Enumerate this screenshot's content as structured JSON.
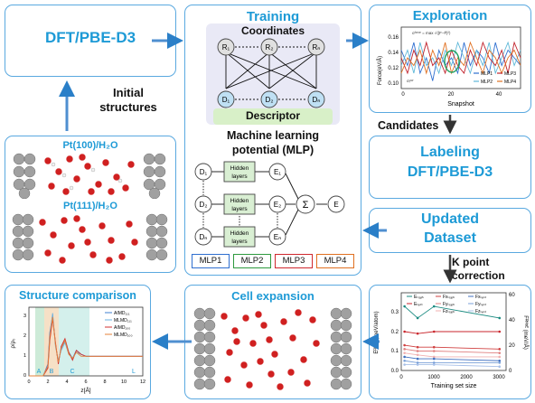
{
  "dft_box": {
    "label": "DFT/PBE-D3"
  },
  "initial_structures": {
    "line1": "Initial",
    "line2": "structures"
  },
  "water_panel": {
    "label_top": "Pt(100)/H₂O",
    "label_bottom": "Pt(111)/H₂O"
  },
  "training": {
    "title": "Training",
    "coordinates_label": "Coordinates",
    "descriptor_label": "Descriptor",
    "r_nodes": [
      "R₁",
      "R₂",
      "Rₙ"
    ],
    "d_nodes": [
      "D₁",
      "D₂",
      "Dₙ"
    ],
    "mlp_title_line1": "Machine learning",
    "mlp_title_line2": "potential (MLP)",
    "net_inputs": [
      "D₁",
      "D₂",
      "Dₙ"
    ],
    "hidden_label_line1": "Hidden",
    "hidden_label_line2": "layers",
    "net_outputs": [
      "E₁",
      "E₂",
      "Eₙ"
    ],
    "sum_symbol": "Σ",
    "final_output": "E",
    "mlp_labels": [
      "MLP1",
      "MLP2",
      "MLP3",
      "MLP4"
    ],
    "mlp_colors": [
      "#2f6fd0",
      "#2e9a3e",
      "#d0282e",
      "#e07020"
    ]
  },
  "exploration": {
    "title": "Exploration",
    "ylabel": "Force(eV/Å)",
    "xlabel": "Snapshot",
    "yticks": [
      "0.10",
      "0.12",
      "0.14",
      "0.16"
    ],
    "xticks": [
      "0",
      "20",
      "40"
    ],
    "formula": "σᶠᵒʳᶜᵉ = max √⟨|F−F̄|²⟩",
    "lower_label": "σᵢᵒʷ",
    "legend": [
      "MLP1",
      "MLP2",
      "MLP3",
      "MLP4"
    ],
    "legend_colors": [
      "#2f6fd0",
      "#5fb8d8",
      "#c0202a",
      "#e07020"
    ]
  },
  "candidates": {
    "label": "Candidates"
  },
  "labeling": {
    "line1": "Labeling",
    "line2": "DFT/PBE-D3"
  },
  "updated": {
    "line1": "Updated",
    "line2": "Dataset"
  },
  "kpoint": {
    "line1": "K point",
    "line2": "correction"
  },
  "cell_expansion": {
    "title": "Cell expansion"
  },
  "structure_comparison": {
    "title": "Structure comparison",
    "ylabel": "ρ/ρ₀",
    "xlabel": "z[Å]",
    "xticks": [
      "0",
      "2",
      "4",
      "6",
      "8",
      "10",
      "12"
    ],
    "yticks": [
      "0",
      "1",
      "2",
      "3"
    ],
    "regions": [
      "A",
      "B",
      "C",
      "L"
    ],
    "legend": [
      "AIMD₁₁₁",
      "MLMD₁₁₁",
      "AIMD₁₀₀",
      "MLMD₁₀₀"
    ],
    "legend_colors": [
      "#3f7fd0",
      "#6bb0e0",
      "#d03030",
      "#e6823a"
    ]
  },
  "training_size": {
    "ylabel_left": "Eᴿᴹˢᴱ (meV/atom)",
    "ylabel_right": "Fᴿᴹˢᴱ (meV/Å)",
    "xlabel": "Training set size",
    "xticks": [
      "0",
      "1000",
      "2000",
      "3000"
    ],
    "yticks_left": [
      "0.0",
      "0.1",
      "0.2",
      "0.3"
    ],
    "yticks_right": [
      "0",
      "20",
      "40",
      "60"
    ],
    "legend": [
      "Eₜᵣₐᵢₙ",
      "Eₜₑₛₜ",
      "Fxₜᵣₐᵢₙ",
      "Fyₜᵣₐᵢₙ",
      "Fzₜᵣₐᵢₙ",
      "Fxₜₑₛₜ",
      "Fyₜₑₛₜ",
      "Fzₜₑₛₜ"
    ],
    "legend_colors": [
      "#1a8a80",
      "#c9262c",
      "#d04040",
      "#e08080",
      "#f0b0b0",
      "#4070c0",
      "#7aa0d8",
      "#a8c0e8"
    ]
  },
  "chart_data": [
    {
      "type": "line",
      "xlabel": "Snapshot",
      "ylabel": "Force(eV/Å)",
      "xlim": [
        0,
        50
      ],
      "ylim": [
        0.09,
        0.17
      ],
      "series": [
        {
          "name": "MLP1",
          "values": [
            0.14,
            0.12,
            0.15,
            0.11,
            0.13,
            0.1,
            0.14,
            0.12,
            0.13,
            0.11,
            0.15,
            0.12,
            0.14,
            0.13,
            0.11,
            0.15,
            0.12,
            0.14,
            0.13,
            0.12
          ]
        },
        {
          "name": "MLP2",
          "values": [
            0.12,
            0.14,
            0.11,
            0.15,
            0.12,
            0.13,
            0.11,
            0.14,
            0.12,
            0.15,
            0.13,
            0.11,
            0.14,
            0.12,
            0.15,
            0.11,
            0.13,
            0.15,
            0.12,
            0.14
          ]
        },
        {
          "name": "MLP3",
          "values": [
            0.13,
            0.11,
            0.14,
            0.12,
            0.15,
            0.12,
            0.13,
            0.11,
            0.14,
            0.12,
            0.11,
            0.14,
            0.12,
            0.15,
            0.13,
            0.12,
            0.14,
            0.11,
            0.15,
            0.13
          ]
        },
        {
          "name": "MLP4",
          "values": [
            0.11,
            0.13,
            0.12,
            0.14,
            0.11,
            0.14,
            0.12,
            0.15,
            0.11,
            0.13,
            0.12,
            0.15,
            0.13,
            0.11,
            0.14,
            0.13,
            0.11,
            0.13,
            0.14,
            0.12
          ]
        }
      ]
    },
    {
      "type": "line",
      "xlabel": "z[Å]",
      "ylabel": "ρ/ρ₀",
      "xlim": [
        0,
        12
      ],
      "ylim": [
        0,
        3.5
      ],
      "x": [
        0,
        1.5,
        2.0,
        2.2,
        2.5,
        2.8,
        3.1,
        3.4,
        3.8,
        4.2,
        4.6,
        5.0,
        5.5,
        6,
        7,
        8,
        9,
        10,
        11,
        12
      ],
      "series": [
        {
          "name": "AIMD₁₁₁",
          "values": [
            0,
            0,
            0.6,
            2.2,
            3.1,
            1.6,
            0.7,
            1.4,
            1.8,
            1.2,
            0.9,
            1.3,
            1.1,
            1.0,
            1.0,
            1.0,
            1.0,
            1.0,
            1.0,
            1.0
          ]
        },
        {
          "name": "MLMD₁₁₁",
          "values": [
            0,
            0,
            0.5,
            2.0,
            3.2,
            1.5,
            0.8,
            1.3,
            1.7,
            1.1,
            0.9,
            1.2,
            1.1,
            1.0,
            1.0,
            1.0,
            1.0,
            1.0,
            1.0,
            1.0
          ]
        },
        {
          "name": "AIMD₁₀₀",
          "values": [
            0,
            0,
            0.4,
            1.8,
            2.9,
            1.7,
            0.6,
            1.5,
            1.9,
            1.2,
            0.8,
            1.3,
            1.1,
            1.0,
            1.0,
            1.0,
            1.0,
            1.0,
            1.0,
            1.0
          ]
        },
        {
          "name": "MLMD₁₀₀",
          "values": [
            0,
            0,
            0.5,
            2.0,
            3.0,
            1.6,
            0.7,
            1.4,
            1.8,
            1.1,
            0.9,
            1.2,
            1.0,
            1.0,
            1.0,
            1.0,
            1.0,
            1.0,
            1.0,
            1.0
          ]
        }
      ]
    },
    {
      "type": "line",
      "xlabel": "Training set size",
      "ylabel": "Eᴿᴹˢᴱ (meV/atom)",
      "xlim": [
        0,
        3200
      ],
      "ylim": [
        0,
        0.4
      ],
      "x": [
        100,
        500,
        1000,
        3000
      ],
      "series": [
        {
          "name": "Eₜᵣₐᵢₙ",
          "values": [
            0.33,
            0.27,
            0.33,
            0.27
          ]
        },
        {
          "name": "Eₜₑₛₜ",
          "values": [
            0.2,
            0.19,
            0.2,
            0.2
          ]
        },
        {
          "name": "Fxₜᵣₐᵢₙ",
          "values": [
            0.13,
            0.12,
            0.12,
            0.11
          ]
        },
        {
          "name": "Fyₜᵣₐᵢₙ",
          "values": [
            0.11,
            0.1,
            0.1,
            0.09
          ]
        },
        {
          "name": "Fzₜᵣₐᵢₙ",
          "values": [
            0.09,
            0.08,
            0.07,
            0.07
          ]
        },
        {
          "name": "Fxₜₑₛₜ",
          "values": [
            0.07,
            0.06,
            0.06,
            0.05
          ]
        },
        {
          "name": "Fyₜₑₛₜ",
          "values": [
            0.05,
            0.04,
            0.04,
            0.04
          ]
        },
        {
          "name": "Fzₜₑₛₜ",
          "values": [
            0.03,
            0.03,
            0.03,
            0.02
          ]
        }
      ]
    }
  ]
}
